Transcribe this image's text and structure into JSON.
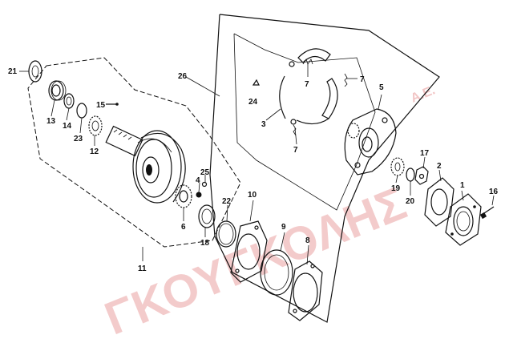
{
  "callouts": [
    "1",
    "2",
    "3",
    "4",
    "5",
    "6",
    "7",
    "7",
    "7",
    "8",
    "9",
    "10",
    "11",
    "12",
    "13",
    "14",
    "15",
    "16",
    "17",
    "18",
    "19",
    "20",
    "21",
    "22",
    "23",
    "24",
    "25",
    "26"
  ],
  "watermark": {
    "text": "ΓΚΟΥΓΚΟΛΗΣ",
    "suffix": "A.E.",
    "color": "#f2c6c6"
  },
  "colors": {
    "ink": "#111111",
    "background": "#ffffff"
  }
}
